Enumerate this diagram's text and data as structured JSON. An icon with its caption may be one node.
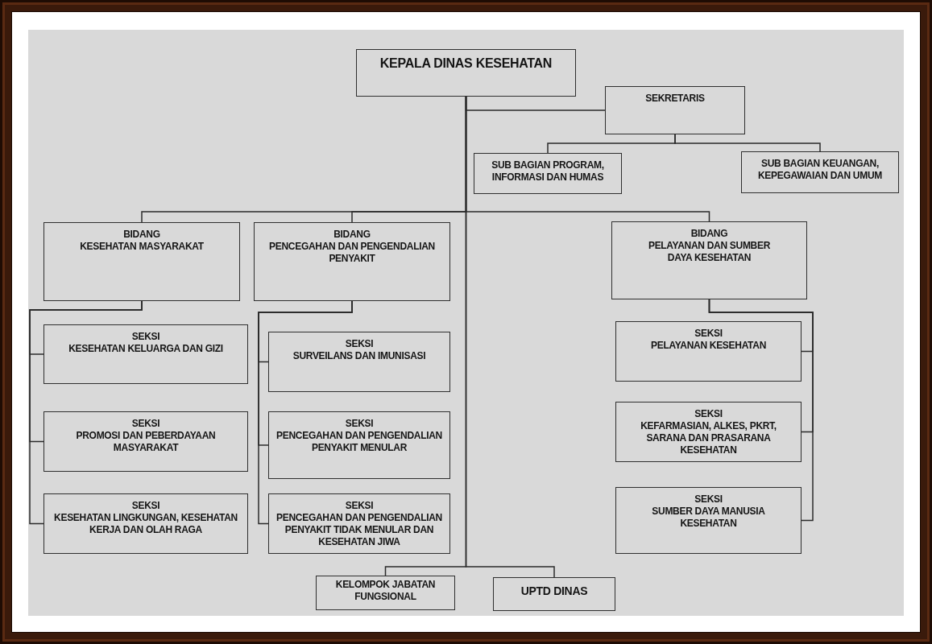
{
  "diagram": {
    "nodes": [
      {
        "text": [
          "KEPALA DINAS KESEHATAN"
        ]
      },
      {
        "text": [
          "SEKRETARIS"
        ]
      },
      {
        "text": [
          "SUB BAGIAN PROGRAM, INFORMASI DAN HUMAS"
        ]
      },
      {
        "text": [
          "SUB BAGIAN KEUANGAN, KEPEGAWAIAN DAN UMUM"
        ]
      },
      {
        "text": [
          "BIDANG",
          "KESEHATAN MASYARAKAT"
        ]
      },
      {
        "text": [
          "BIDANG",
          "PENCEGAHAN DAN PENGENDALIAN PENYAKIT"
        ]
      },
      {
        "text": [
          "SEKSI",
          "KESEHATAN KELUARGA DAN GIZI"
        ]
      },
      {
        "text": [
          "SEKSI",
          "PROMOSI DAN PEBERDAYAAN MASYARAKAT"
        ]
      },
      {
        "text": [
          "SEKSI",
          "KESEHATAN LINGKUNGAN, KESEHATAN KERJA DAN OLAH RAGA"
        ]
      },
      {
        "text": [
          "SEKSI",
          "SURVEILANS DAN IMUNISASI"
        ]
      },
      {
        "text": [
          "SEKSI",
          "PENCEGAHAN DAN PENGENDALIAN PENYAKIT MENULAR"
        ]
      },
      {
        "text": [
          "SEKSI",
          "PENCEGAHAN DAN PENGENDALIAN PENYAKIT TIDAK MENULAR DAN KESEHATAN JIWA"
        ]
      },
      {
        "text": [
          "BIDANG",
          "PELAYANAN DAN SUMBER DAYA KESEHATAN"
        ]
      },
      {
        "text": [
          "SEKSI",
          "PELAYANAN KESEHATAN"
        ]
      },
      {
        "text": [
          "SEKSI",
          "KEFARMASIAN, ALKES, PKRT, SARANA DAN PRASARANA KESEHATAN"
        ]
      },
      {
        "text": [
          "SEKSI",
          "SUMBER DAYA MANUSIA KESEHATAN"
        ]
      },
      {
        "text": [
          "KELOMPOK JABATAN FUNGSIONAL"
        ]
      },
      {
        "text": [
          "UPTD DINAS"
        ]
      }
    ],
    "edges": [
      {
        "from": 0,
        "to": 1,
        "arrow": "none"
      },
      {
        "from": 0,
        "to": 4,
        "arrow": "none"
      },
      {
        "from": 0,
        "to": 5,
        "arrow": "none"
      },
      {
        "from": 0,
        "to": 12,
        "arrow": "none"
      },
      {
        "from": 0,
        "to": 16,
        "arrow": "none"
      },
      {
        "from": 0,
        "to": 17,
        "arrow": "none"
      },
      {
        "from": 1,
        "to": 2,
        "arrow": "none"
      },
      {
        "from": 1,
        "to": 3,
        "arrow": "none"
      },
      {
        "from": 4,
        "to": 6,
        "arrow": "none"
      },
      {
        "from": 4,
        "to": 7,
        "arrow": "none"
      },
      {
        "from": 4,
        "to": 8,
        "arrow": "none"
      },
      {
        "from": 5,
        "to": 9,
        "arrow": "none"
      },
      {
        "from": 5,
        "to": 10,
        "arrow": "none"
      },
      {
        "from": 5,
        "to": 11,
        "arrow": "none"
      },
      {
        "from": 12,
        "to": 13,
        "arrow": "none"
      },
      {
        "from": 12,
        "to": 14,
        "arrow": "none"
      },
      {
        "from": 12,
        "to": 15,
        "arrow": "none"
      }
    ]
  }
}
